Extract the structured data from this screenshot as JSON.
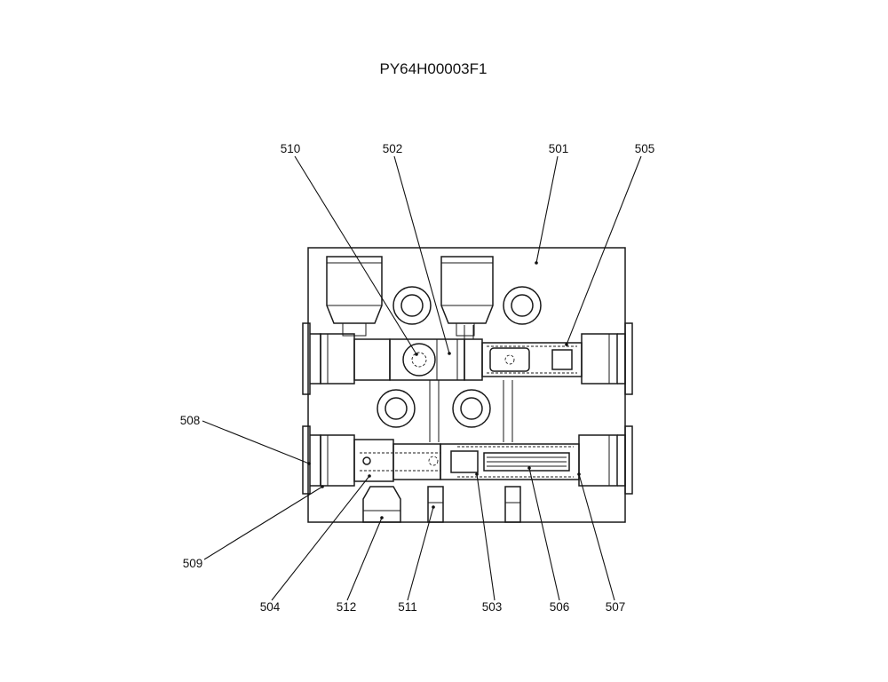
{
  "drawing": {
    "code": "PY64H00003F1"
  },
  "callouts": [
    {
      "id": "510",
      "text": "510"
    },
    {
      "id": "502",
      "text": "502"
    },
    {
      "id": "501",
      "text": "501"
    },
    {
      "id": "505",
      "text": "505"
    },
    {
      "id": "508",
      "text": "508"
    },
    {
      "id": "509",
      "text": "509"
    },
    {
      "id": "504",
      "text": "504"
    },
    {
      "id": "512",
      "text": "512"
    },
    {
      "id": "511",
      "text": "511"
    },
    {
      "id": "503",
      "text": "503"
    },
    {
      "id": "506",
      "text": "506"
    },
    {
      "id": "507",
      "text": "507"
    }
  ]
}
